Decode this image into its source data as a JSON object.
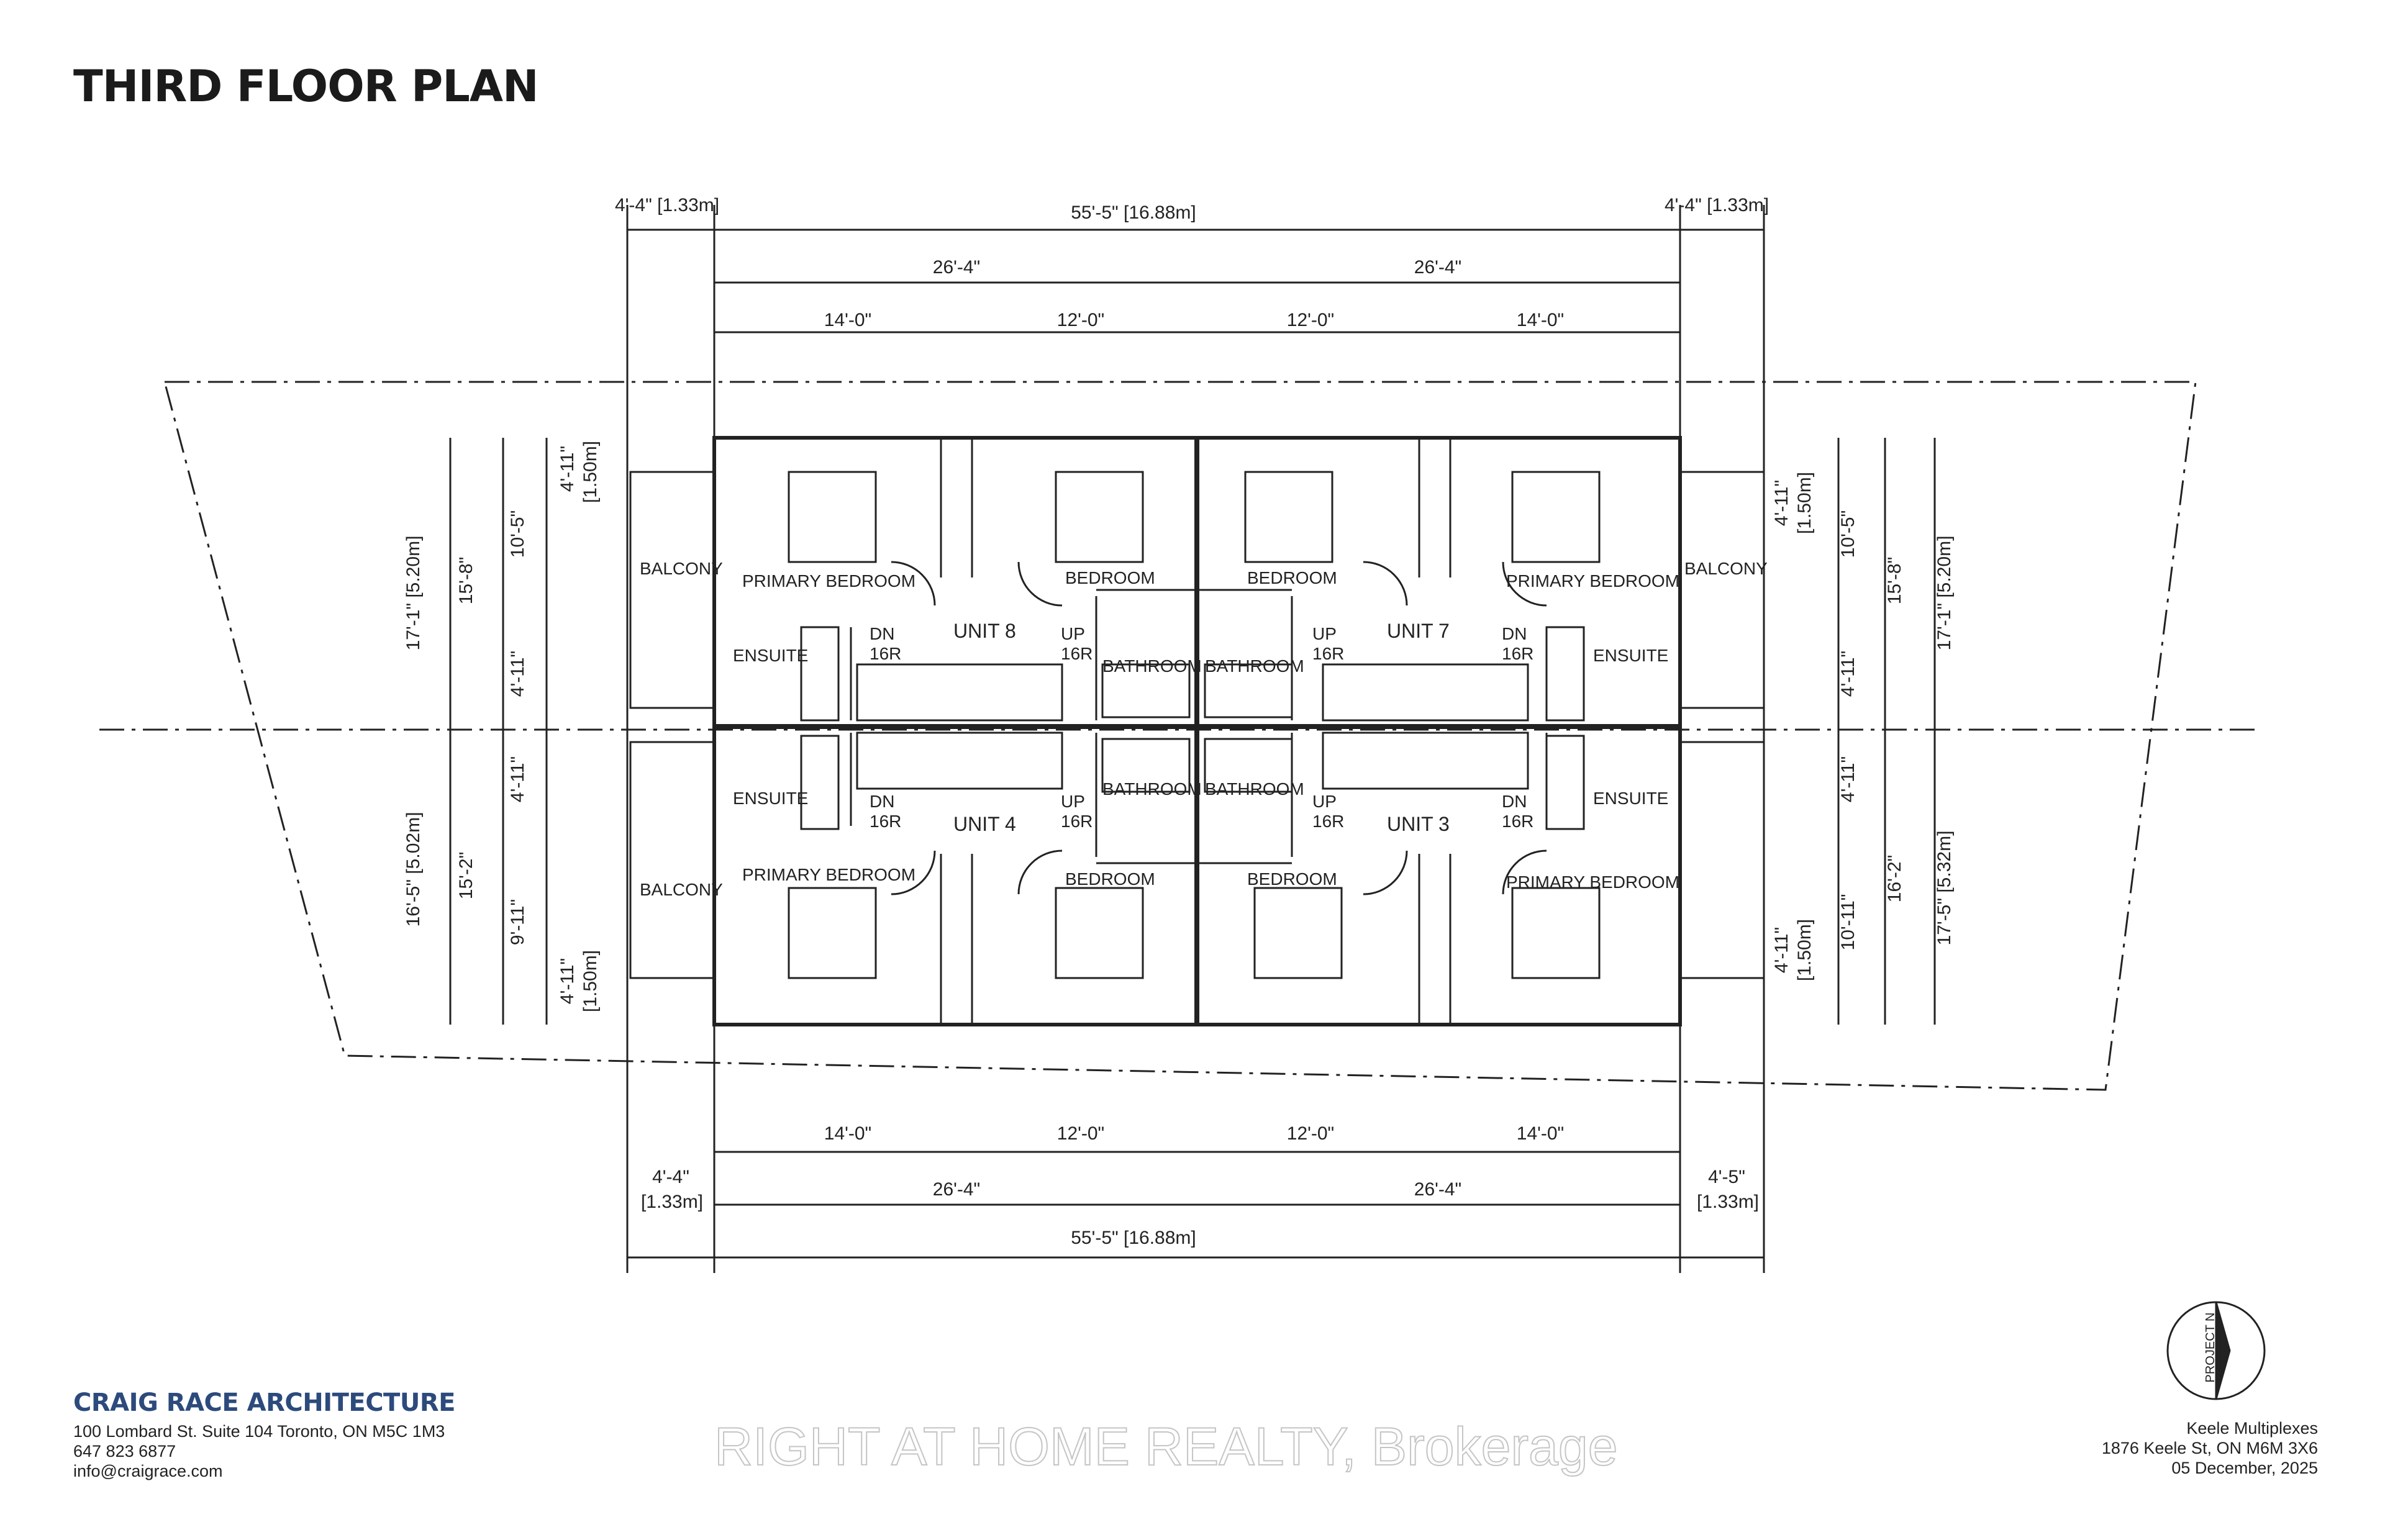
{
  "title": "THIRD FLOOR PLAN",
  "firm": {
    "name": "CRAIG RACE ARCHITECTURE",
    "address": "100 Lombard St. Suite 104 Toronto, ON M5C 1M3",
    "phone": "647 823 6877",
    "email": "info@craigrace.com"
  },
  "project": {
    "name": "Keele Multiplexes",
    "address": "1876 Keele St, ON M6M 3X6",
    "date": "05 December, 2025"
  },
  "watermark": "RIGHT AT HOME REALTY, Brokerage",
  "north_label": "PROJECT N",
  "dimensions": {
    "side_top": "4'-4\" [1.33m]",
    "overall": "55'-5\" [16.88m]",
    "half": "26'-4\"",
    "room_a": "14'-0\"",
    "room_b": "12'-0\"",
    "bal_top": "4'-11\"",
    "bal_top_m": "[1.50m]",
    "upper_right_a": "10'-5\"",
    "upper_left_a": "10'-5\"",
    "upper_total": "15'-8\"",
    "upper_overall": "17'-1\" [5.20m]",
    "mid": "4'-11\"",
    "lower_left_total": "15'-2\"",
    "lower_left_overall": "16'-5\" [5.02m]",
    "lower_left_a": "9'-11\"",
    "lower_right_total": "16'-2\"",
    "lower_right_overall": "17'-5\" [5.32m]",
    "lower_right_a": "10'-11\"",
    "bottom_left_side": "4'-4\"",
    "bottom_right_side": "4'-5\"",
    "side_m": "[1.33m]"
  },
  "rooms": {
    "balcony": "BALCONY",
    "primary": "PRIMARY BEDROOM",
    "bedroom": "BEDROOM",
    "ensuite": "ENSUITE",
    "bathroom": "BATHROOM",
    "dn": "DN",
    "up": "UP",
    "risers": "16R",
    "unit8": "UNIT 8",
    "unit7": "UNIT 7",
    "unit4": "UNIT 4",
    "unit3": "UNIT 3"
  },
  "colors": {
    "ink": "#222222",
    "brand": "#2c4a7c"
  }
}
